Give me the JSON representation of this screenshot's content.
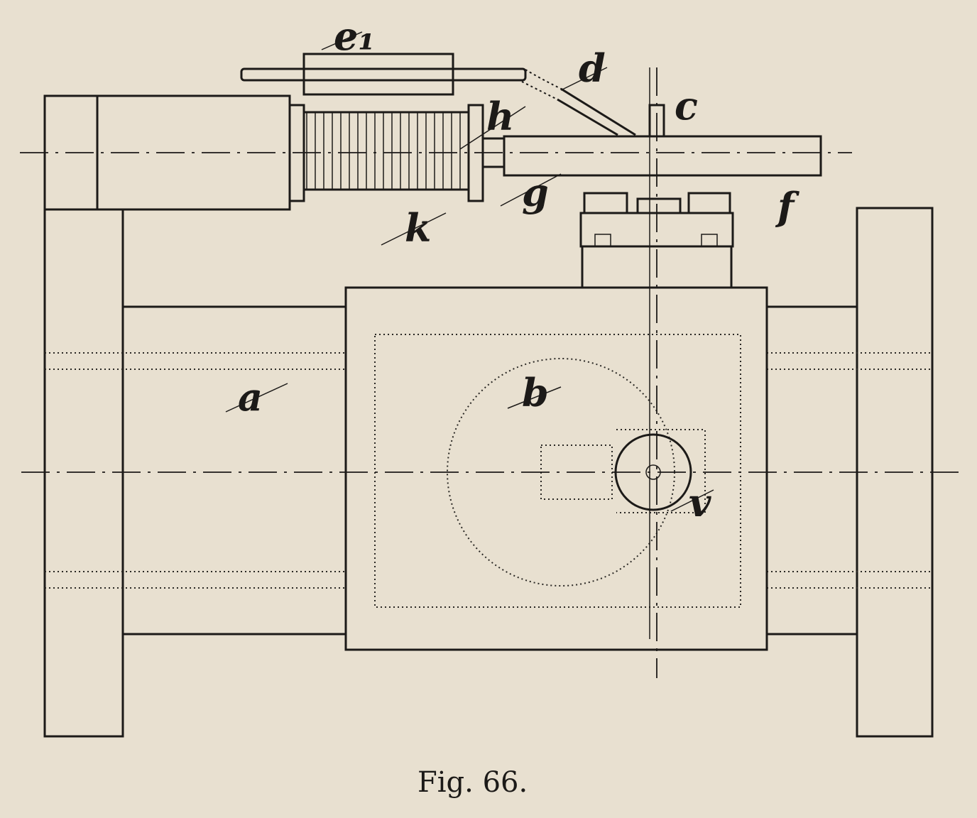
{
  "figure": {
    "caption": "Fig. 66.",
    "labels": {
      "e1": "e₁",
      "d": "d",
      "c": "c",
      "h": "h",
      "k": "k",
      "g": "g",
      "f": "f",
      "a": "a",
      "b": "b",
      "v": "v"
    }
  }
}
